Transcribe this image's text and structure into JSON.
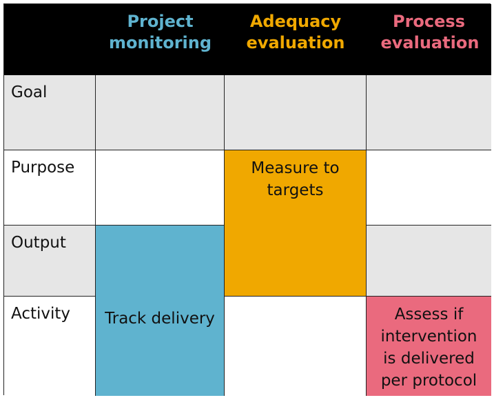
{
  "columns": [
    {
      "label": "Project monitoring",
      "color": "#5fb3cf"
    },
    {
      "label": "Adequacy evaluation",
      "color": "#f0a800"
    },
    {
      "label": "Process evaluation",
      "color": "#ea6a7e"
    }
  ],
  "rows": [
    "Goal",
    "Purpose",
    "Output",
    "Activity"
  ],
  "cells": {
    "adequacy_purpose_output": "Measure to targets",
    "monitoring_output_activity": "Track delivery",
    "process_activity": "Assess if intervention is delivered per protocol"
  },
  "colors": {
    "header_bg": "#000000",
    "gray": "#e6e6e6",
    "blue": "#5fb3cf",
    "orange": "#f0a800",
    "pink": "#ea6a7e"
  }
}
